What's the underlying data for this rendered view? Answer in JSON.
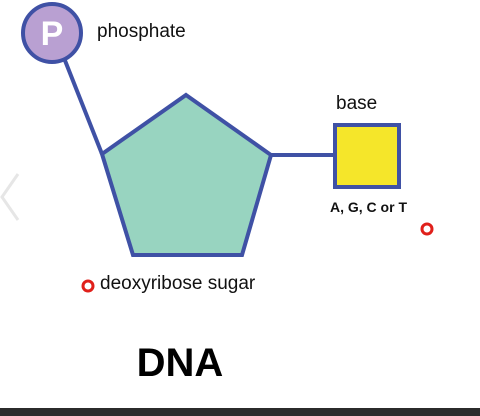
{
  "diagram": {
    "phosphate_symbol": "P",
    "phosphate_label": "phosphate",
    "base_label": "base",
    "base_options": "A, G, C or T",
    "sugar_label": "deoxyribose sugar",
    "title": "DNA"
  },
  "colors": {
    "outline": "#3f51a5",
    "phosphate_fill": "#b9a0d2",
    "sugar_fill": "#98d4c0",
    "base_fill": "#f5e62a",
    "marker": "#e0201b"
  },
  "icons": {
    "phosphate": "circle-icon",
    "sugar": "pentagon-icon",
    "base": "square-icon",
    "marker": "ring-marker-icon",
    "nav": "chevron-left-icon"
  }
}
